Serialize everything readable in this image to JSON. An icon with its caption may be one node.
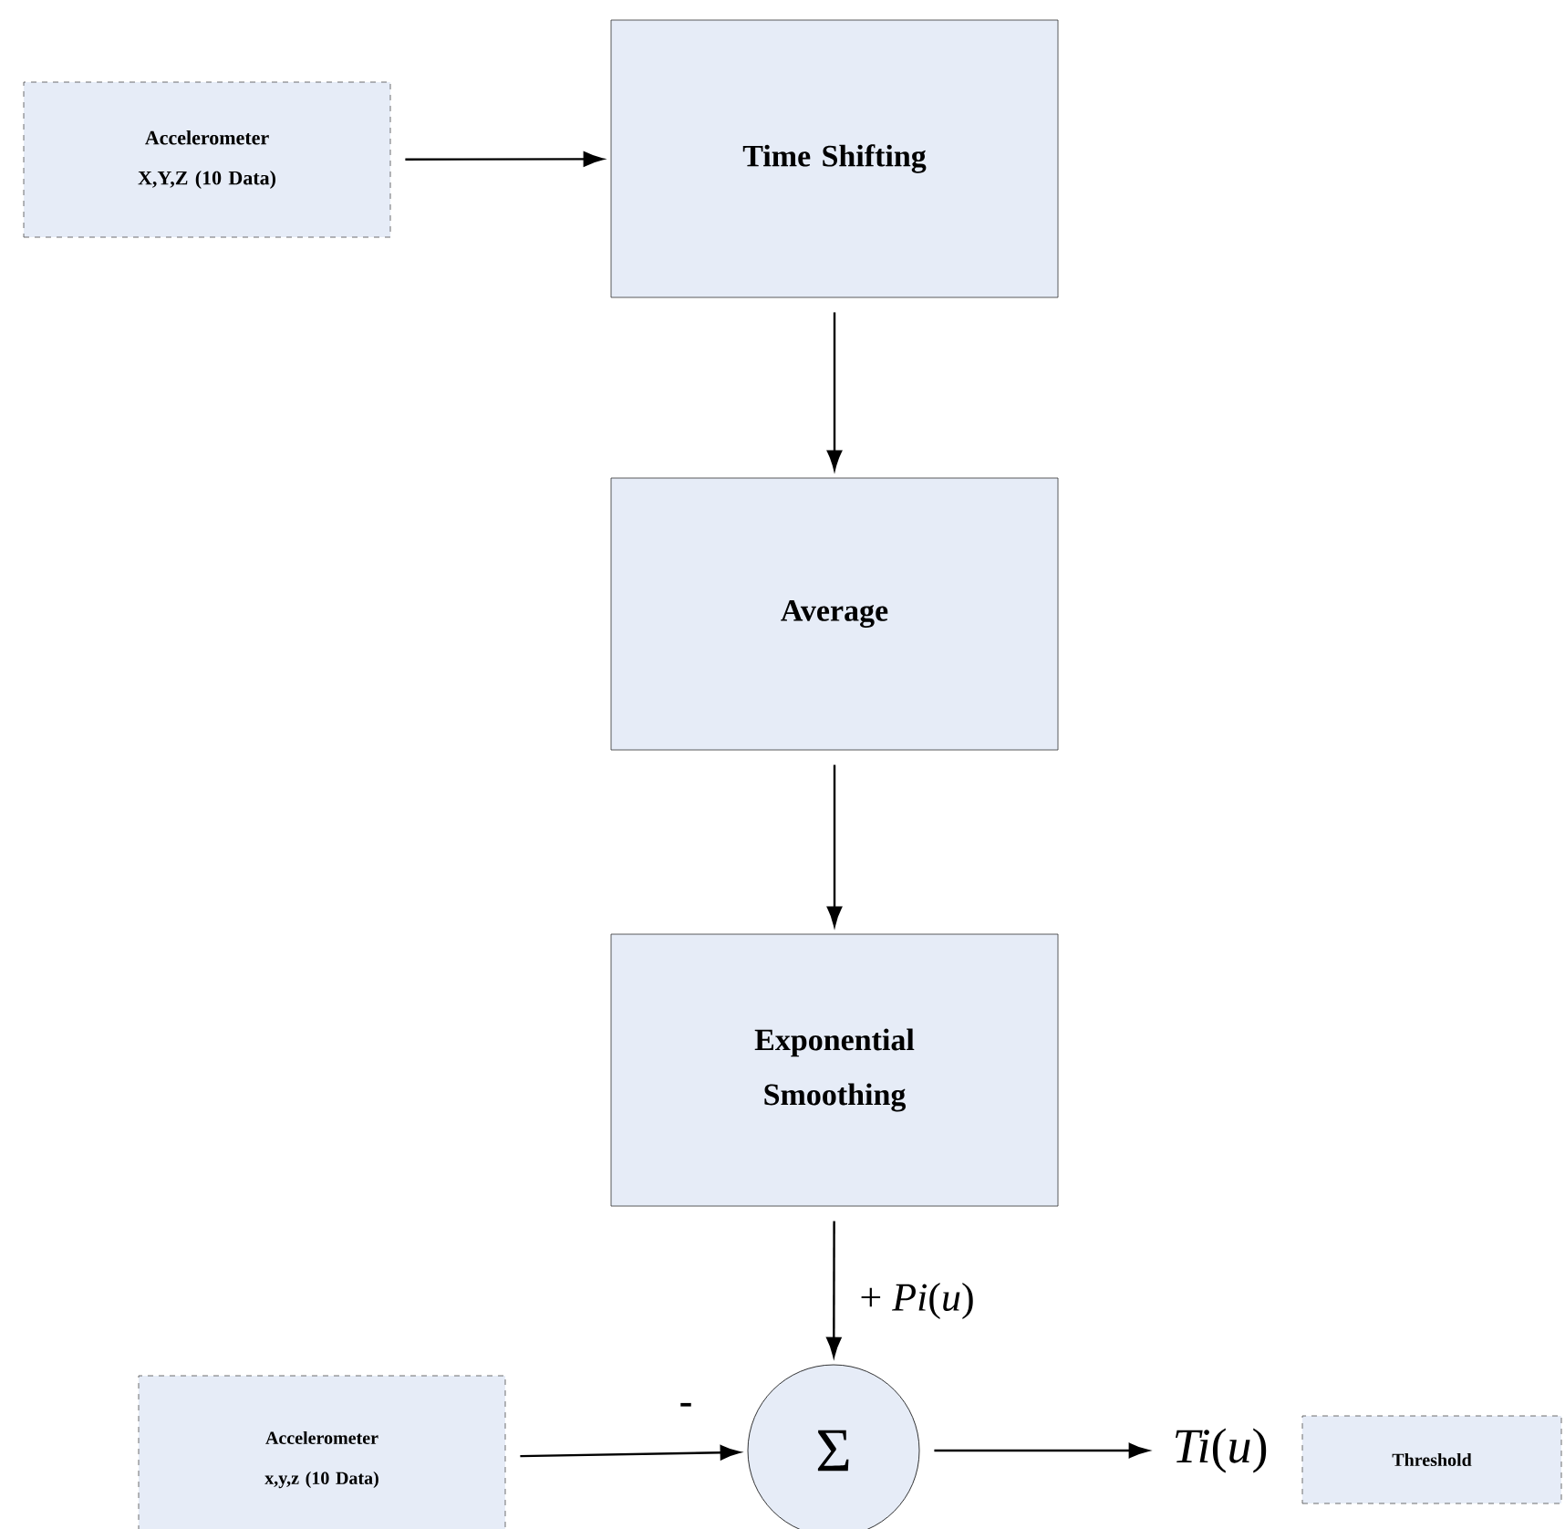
{
  "diagram": {
    "nodes": [
      {
        "text": [
          "Accelerometer X,Y,Z (10 Data)"
        ]
      },
      {
        "text": [
          "Time Shifting"
        ]
      },
      {
        "text": [
          "Average"
        ]
      },
      {
        "text": [
          "Exponential Smoothing"
        ]
      },
      {
        "text": [
          "Σ"
        ]
      },
      {
        "text": [
          "Accelerometer x,y,z (10 Data)"
        ]
      },
      {
        "text": [
          "*Ti*(*u*)"
        ]
      },
      {
        "text": [
          "Threshold"
        ]
      }
    ],
    "edges": [
      {
        "from": 0,
        "to": 1,
        "arrow": "to"
      },
      {
        "from": 1,
        "to": 2,
        "arrow": "to"
      },
      {
        "from": 2,
        "to": 3,
        "arrow": "to"
      },
      {
        "from": 3,
        "to": 4,
        "arrow": "to",
        "label": "+ *Pi*(*u*)"
      },
      {
        "from": 5,
        "to": 4,
        "arrow": "to",
        "label": "-"
      },
      {
        "from": 4,
        "to": 6,
        "arrow": "to"
      }
    ]
  }
}
